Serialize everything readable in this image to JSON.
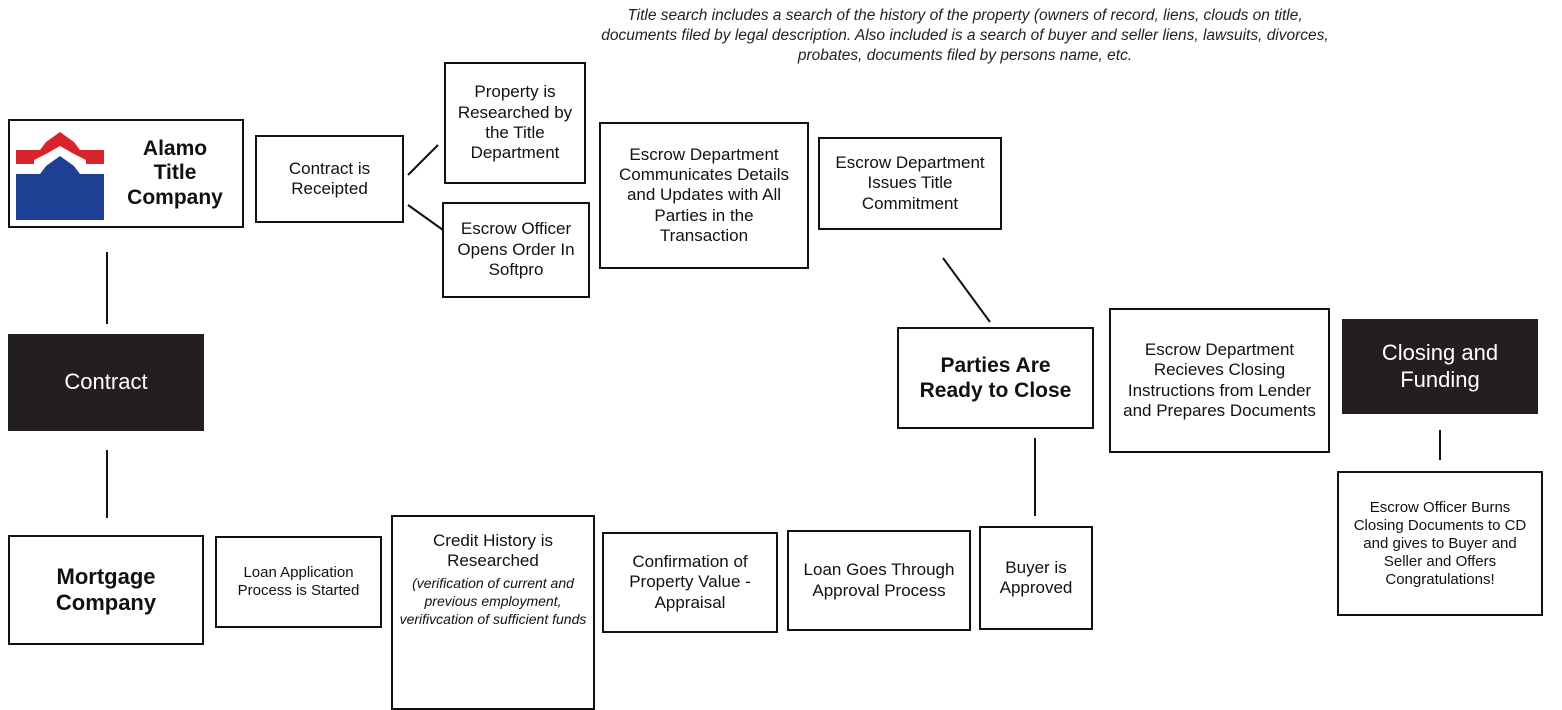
{
  "top_note": "Title search includes a search of the history of the property (owners of record, liens, clouds on title, documents filed by legal description. Also included is a search of buyer and seller liens, lawsuits, divorces, probates, documents filed by persons name, etc.",
  "logo": {
    "line1": "Alamo",
    "line2": "Title",
    "line3": "Company",
    "colors": {
      "red": "#d8232a",
      "blue": "#1f3f94"
    }
  },
  "nodes": {
    "contract": "Contract",
    "contract_receipted": "Contract is Receipted",
    "property_researched": "Property is Researched by the Title Department",
    "escrow_officer_opens": "Escrow Officer Opens Order In Softpro",
    "escrow_communicates": "Escrow Department Communicates Details and Updates with All Parties in the Transaction",
    "escrow_issues_commitment": "Escrow Department Issues Title Commitment",
    "parties_ready": "Parties Are Ready to Close",
    "escrow_receives_instructions": "Escrow Department Recieves Closing Instructions from Lender and Prepares Documents",
    "closing_funding": "Closing and Funding",
    "escrow_burns_cd": "Escrow Officer Burns Closing Documents to CD and gives to Buyer and Seller and Offers Congratulations!",
    "mortgage_company": "Mortgage Company",
    "loan_application": "Loan Application Process is Started",
    "credit_history": "Credit History is Researched",
    "credit_history_note": "(verification of current and previous employment, verifivcation of sufficient funds",
    "confirmation_value": "Confirmation of Property Value - Appraisal",
    "loan_approval": "Loan Goes Through Approval Process",
    "buyer_approved": "Buyer is Approved"
  },
  "colors": {
    "dark_box": "#231f20",
    "line": "#111111"
  }
}
